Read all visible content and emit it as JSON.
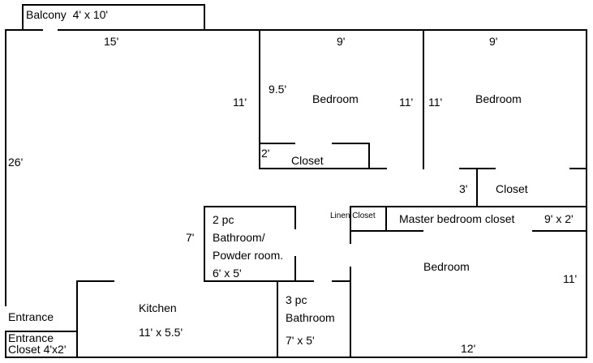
{
  "colors": {
    "wall": "#000000",
    "background": "#ffffff"
  },
  "balcony": {
    "name": "Balcony",
    "size": "4' x 10'"
  },
  "dims": {
    "top_left_width": "15'",
    "overall_height": "26'",
    "bedroom1_width": "9'",
    "bedroom1_height_left": "11'",
    "bedroom1_inner": "9.5'",
    "bedroom1_height_right": "11'",
    "bedroom2_width": "9'",
    "bedroom2_height": "11'",
    "closet1_depth": "2'",
    "closet2_depth": "3'",
    "bathroom2pc_height": "7'",
    "master_closet_size": "9' x 2'",
    "master_height": "11'",
    "master_width": "12'"
  },
  "rooms": {
    "bedroom1": "Bedroom",
    "bedroom2": "Bedroom",
    "closet1": "Closet",
    "closet2": "Closet",
    "linen_closet": "Linen Closet",
    "master_closet": "Master bedroom closet",
    "bath2_line1": "2 pc",
    "bath2_line2": "Bathroom/",
    "bath2_line3": "Powder room.",
    "bath2_line4": "6' x 5'",
    "master_bedroom": "Bedroom",
    "kitchen": "Kitchen",
    "kitchen_size": "11' x 5.5'",
    "bath3_line1": "3 pc",
    "bath3_line2": "Bathroom",
    "bath3_size": "7' x 5'",
    "entrance": "Entrance",
    "entrance_closet_line1": "Entrance",
    "entrance_closet_line2": "Closet 4'x2'"
  }
}
